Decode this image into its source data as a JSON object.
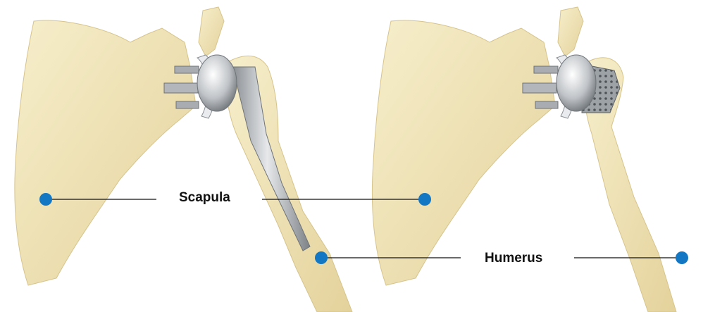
{
  "labels": {
    "scapula": "Scapula",
    "humerus": "Humerus"
  },
  "colors": {
    "bone": "#efe3b8",
    "bone_shadow": "#d9c68f",
    "metal": "#b8bcc0",
    "metal_dark": "#7e8388",
    "marker": "#1477c4",
    "leader_line": "#111111"
  },
  "figures": [
    {
      "implant": "anatomic-stemmed"
    },
    {
      "implant": "anatomic-stemless"
    }
  ]
}
